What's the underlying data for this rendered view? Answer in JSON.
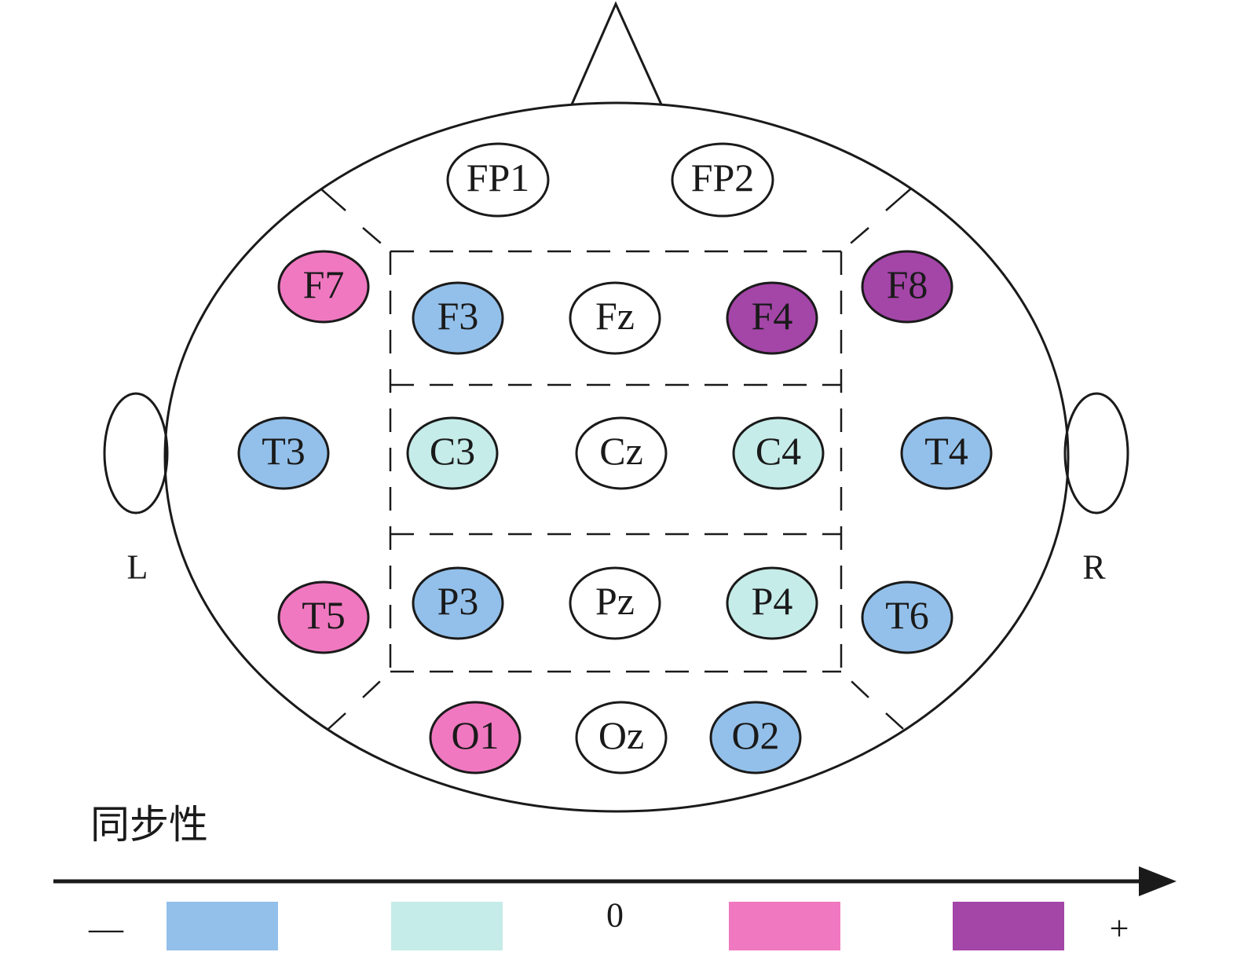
{
  "colors": {
    "strong_negative": "#93c0ea",
    "weak_negative": "#c5ece9",
    "neutral": "#ffffff",
    "weak_positive": "#f078c0",
    "strong_positive": "#a445a8",
    "line": "#1a1a1a"
  },
  "sides": {
    "left": "L",
    "right": "R"
  },
  "electrodes": [
    {
      "label": "FP1",
      "level": "neutral"
    },
    {
      "label": "FP2",
      "level": "neutral"
    },
    {
      "label": "F7",
      "level": "weak_positive"
    },
    {
      "label": "F3",
      "level": "strong_negative"
    },
    {
      "label": "Fz",
      "level": "neutral"
    },
    {
      "label": "F4",
      "level": "strong_positive"
    },
    {
      "label": "F8",
      "level": "strong_positive"
    },
    {
      "label": "T3",
      "level": "strong_negative"
    },
    {
      "label": "C3",
      "level": "weak_negative"
    },
    {
      "label": "Cz",
      "level": "neutral"
    },
    {
      "label": "C4",
      "level": "weak_negative"
    },
    {
      "label": "T4",
      "level": "strong_negative"
    },
    {
      "label": "T5",
      "level": "weak_positive"
    },
    {
      "label": "P3",
      "level": "strong_negative"
    },
    {
      "label": "Pz",
      "level": "neutral"
    },
    {
      "label": "P4",
      "level": "weak_negative"
    },
    {
      "label": "T6",
      "level": "strong_negative"
    },
    {
      "label": "O1",
      "level": "weak_positive"
    },
    {
      "label": "Oz",
      "level": "neutral"
    },
    {
      "label": "O2",
      "level": "strong_negative"
    }
  ],
  "legend": {
    "title": "同步性",
    "minus": "—",
    "zero": "0",
    "plus": "+",
    "swatches": [
      "strong_negative",
      "weak_negative",
      "weak_positive",
      "strong_positive"
    ]
  }
}
